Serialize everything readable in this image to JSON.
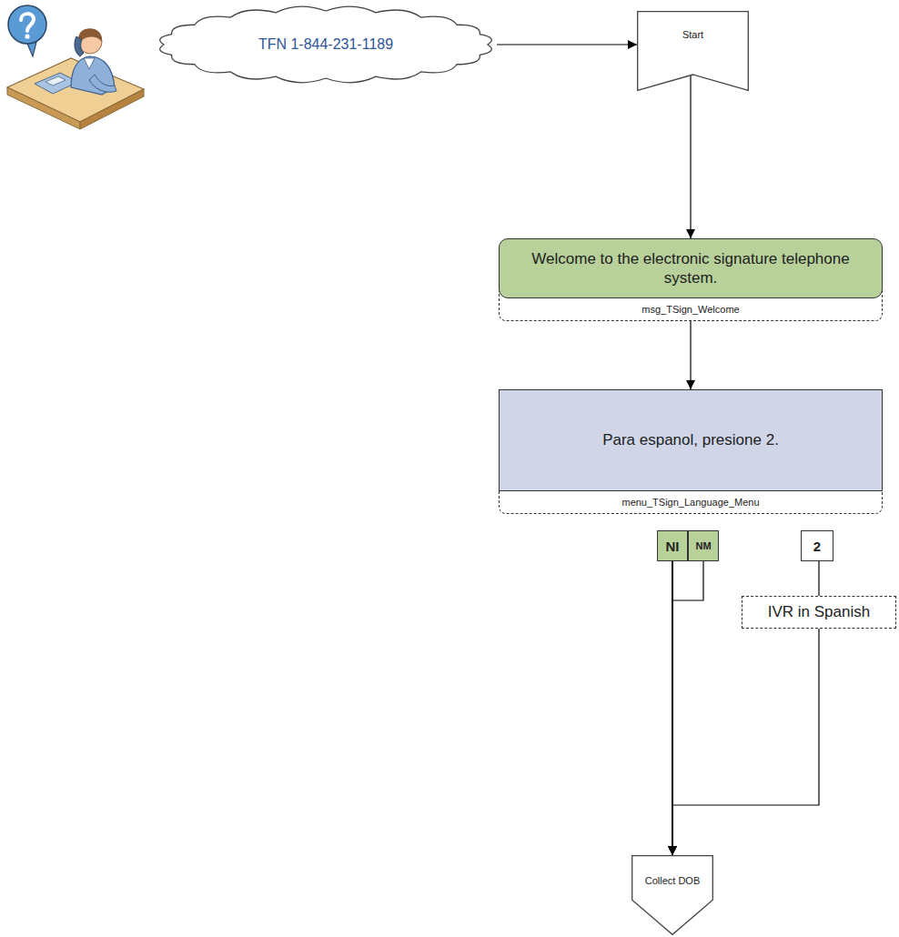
{
  "diagram": {
    "nodes": [
      {
        "text": [
          "TFN 1-844-231-1189"
        ]
      },
      {
        "text": [
          "Start"
        ]
      },
      {
        "text": [
          "Welcome to the electronic signature telephone system.",
          "msg_TSign_Welcome"
        ]
      },
      {
        "text": [
          "Para espanol, presione 2.",
          "menu_TSign_Language_Menu"
        ]
      },
      {
        "text": [
          "NI"
        ]
      },
      {
        "text": [
          "NM"
        ]
      },
      {
        "text": [
          "2"
        ]
      },
      {
        "text": [
          "IVR in Spanish"
        ]
      },
      {
        "text": [
          "Collect DOB"
        ]
      }
    ],
    "edges": [
      {
        "from": 0,
        "to": 1,
        "arrow": "to"
      },
      {
        "from": 1,
        "to": 2,
        "arrow": "to"
      },
      {
        "from": 2,
        "to": 3,
        "arrow": "to"
      },
      {
        "from": 4,
        "to": 8,
        "arrow": "to"
      },
      {
        "from": 5,
        "to": 8,
        "arrow": "to"
      },
      {
        "from": 6,
        "to": 7,
        "arrow": "none"
      },
      {
        "from": 7,
        "to": 8,
        "arrow": "to"
      }
    ]
  }
}
